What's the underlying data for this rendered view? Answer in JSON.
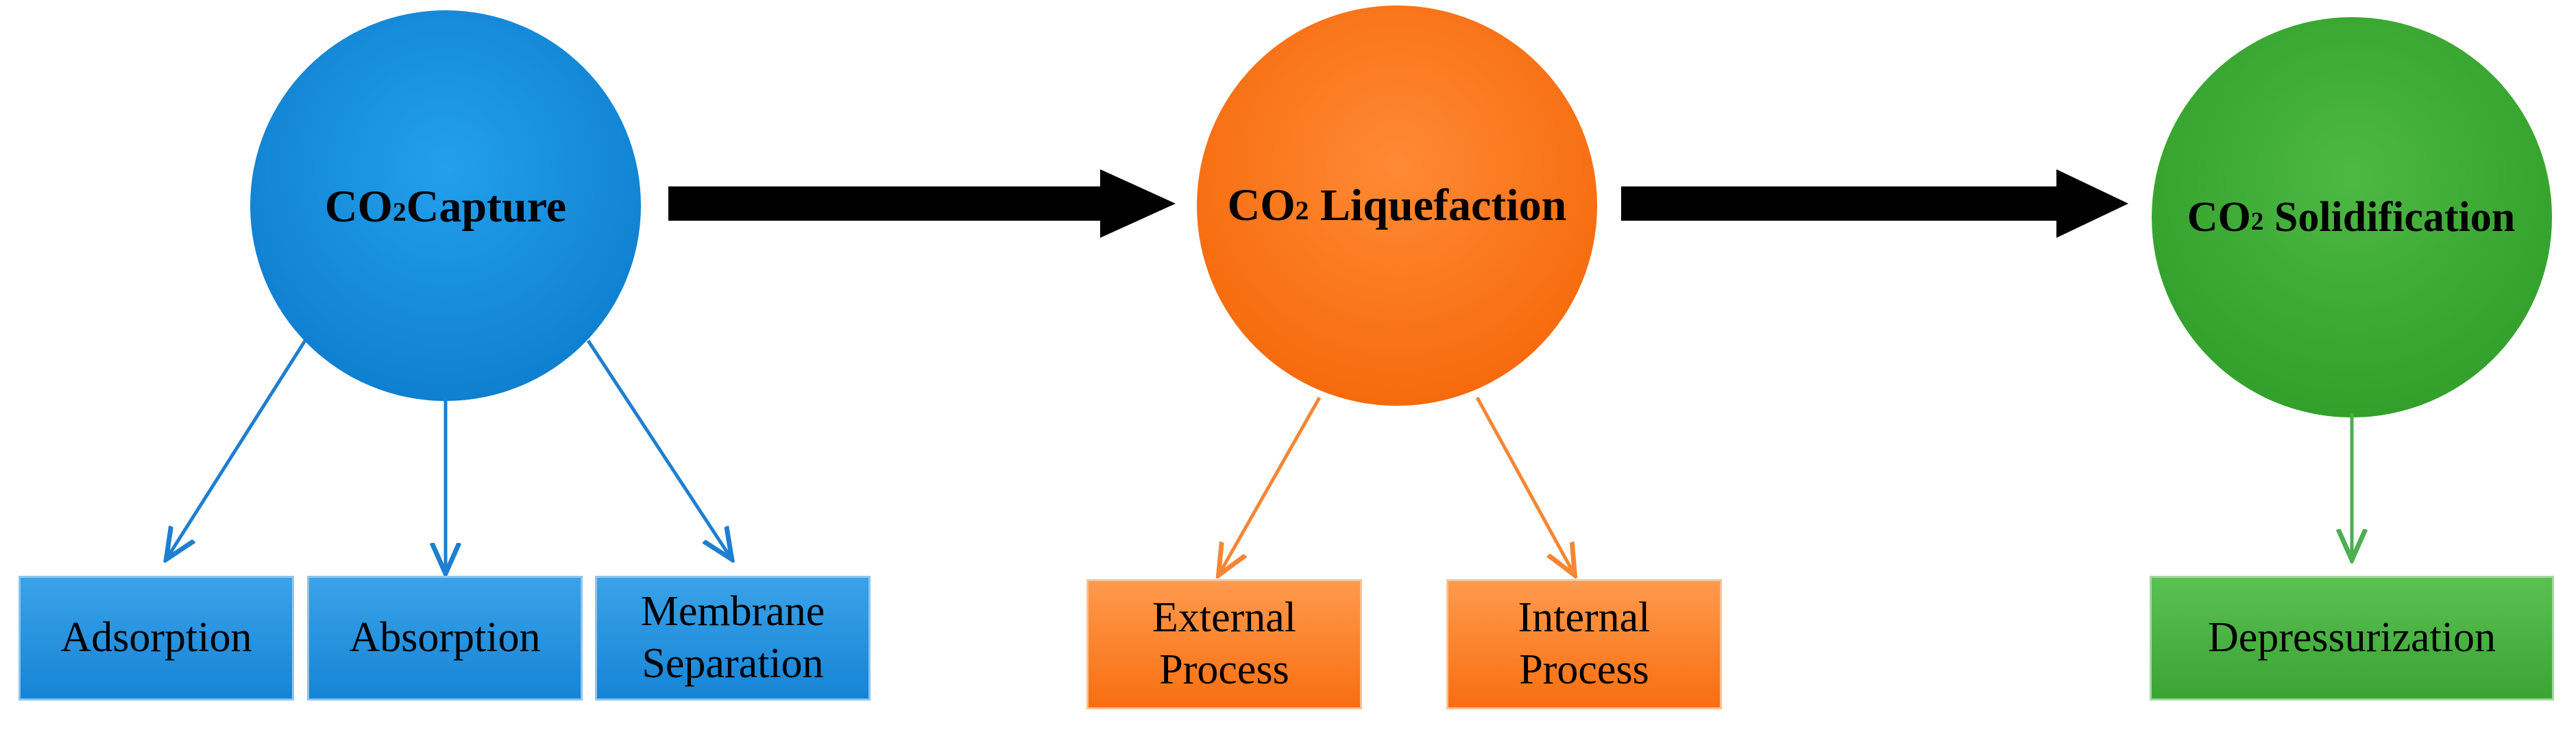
{
  "colors": {
    "capture": "#1b8fdc",
    "liquefaction": "#fa7a22",
    "solidification": "#3faf3a",
    "arrow": "#000000"
  },
  "nodes": {
    "capture": {
      "prefix": "CO",
      "sub": "2",
      "suffix": "Capture"
    },
    "liquefaction": {
      "prefix": "CO",
      "sub": "2",
      "suffix": " Liquefaction"
    },
    "solidification": {
      "prefix": "CO",
      "sub": "2",
      "suffix": " Solidification"
    }
  },
  "methods": {
    "capture": [
      {
        "lines": [
          "Adsorption"
        ]
      },
      {
        "lines": [
          "Absorption"
        ]
      },
      {
        "lines": [
          "Membrane",
          "Separation"
        ]
      }
    ],
    "liquefaction": [
      {
        "lines": [
          "External",
          "Process"
        ]
      },
      {
        "lines": [
          "Internal",
          "Process"
        ]
      }
    ],
    "solidification": [
      {
        "lines": [
          "Depressurization"
        ]
      }
    ]
  }
}
